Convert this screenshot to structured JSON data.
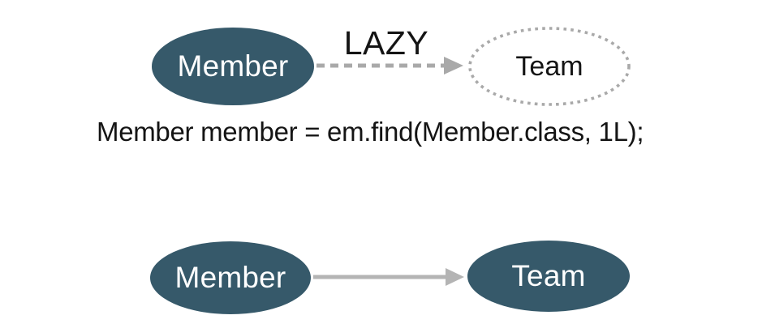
{
  "colors": {
    "entity_fill": "#36596a",
    "entity_label": "#ffffff",
    "arrow_solid": "#b4b4b4",
    "arrow_dashed": "#a9a9a9",
    "dotted_outline": "#a9a9a9",
    "text_dark": "#141414"
  },
  "lazy_diagram": {
    "member_label": "Member",
    "team_label": "Team",
    "arrow_label": "LAZY"
  },
  "code_line": "Member member = em.find(Member.class, 1L);",
  "eager_diagram": {
    "member_label": "Member",
    "team_label": "Team"
  }
}
